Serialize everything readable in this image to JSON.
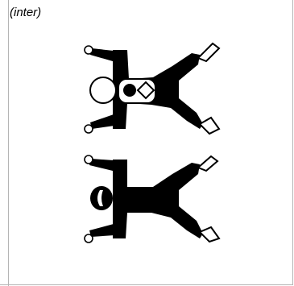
{
  "caption": "(inter)",
  "figures": [
    {
      "name": "upper-figure",
      "style": "outlined"
    },
    {
      "name": "lower-figure",
      "style": "solid"
    }
  ],
  "colors": {
    "ink": "#000000",
    "paper": "#ffffff",
    "border": "#b5b5b5"
  }
}
